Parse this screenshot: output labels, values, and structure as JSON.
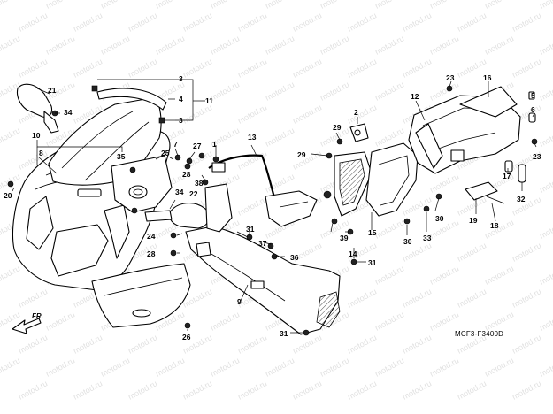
{
  "diagram": {
    "code": "MCF3-F3400D",
    "direction_label": "FR.",
    "watermark": "motod.ru",
    "callouts": [
      "1",
      "2",
      "3",
      "3",
      "4",
      "5",
      "6",
      "7",
      "8",
      "9",
      "10",
      "11",
      "12",
      "13",
      "14",
      "15",
      "16",
      "17",
      "18",
      "19",
      "20",
      "21",
      "22",
      "23",
      "23",
      "24",
      "25",
      "26",
      "27",
      "28",
      "28",
      "29",
      "29",
      "30",
      "30",
      "31",
      "31",
      "31",
      "32",
      "33",
      "34",
      "34",
      "35",
      "36",
      "37",
      "38",
      "39"
    ]
  }
}
